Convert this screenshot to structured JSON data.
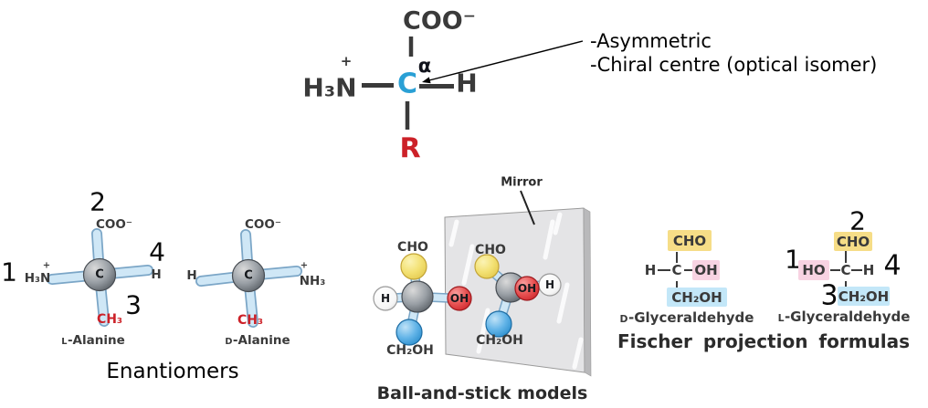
{
  "colors": {
    "ink": "#3a3a3a",
    "annotation_black": "#000000",
    "carbon_blue": "#2aa0d5",
    "r_red": "#cc2128",
    "bond_fill": "#cfe7f6",
    "bond_outline": "#7ba6c7",
    "highlight_yellow": "#f6dd87",
    "highlight_pink": "#f8d3e2",
    "highlight_blue": "#c3e7f8",
    "mirror_gray": "#e4e4e6",
    "sphere_gray": "#8a9096",
    "sphere_yellow": "#f0dc6e",
    "sphere_red": "#d8272e",
    "sphere_blue": "#3b9bd9",
    "sphere_white": "#ffffff"
  },
  "top_formula": {
    "carboxyl": "COO⁻",
    "amino": "H₃N",
    "amino_charge": "+",
    "alpha": "α",
    "carbon": "C",
    "hydrogen": "H",
    "r_group": "R"
  },
  "annotation": {
    "line1": "-Asymmetric",
    "line2": "-Chiral centre (optical isomer)"
  },
  "enantiomers": {
    "caption": "Enantiomers",
    "numbers": {
      "n1": "1",
      "n2": "2",
      "n3": "3",
      "n4": "4"
    },
    "l_alanine": {
      "center": "C",
      "top": "COO⁻",
      "left": "H₃N",
      "left_charge": "+",
      "right": "H",
      "bottom": "CH₃",
      "label_prefix": "L",
      "label_rest": "-Alanine"
    },
    "d_alanine": {
      "center": "C",
      "top": "COO⁻",
      "left": "H",
      "right": "NH₃",
      "right_charge": "+",
      "bottom": "CH₃",
      "label_prefix": "D",
      "label_rest": "-Alanine"
    }
  },
  "ball_and_stick": {
    "mirror_label": "Mirror",
    "caption": "Ball-and-stick models",
    "left_molecule": {
      "top": "CHO",
      "left_atom": "H",
      "right_atom": "OH",
      "bottom": "CH₂OH"
    },
    "right_molecule": {
      "top": "CHO",
      "center_atom": "OH",
      "right_atom": "H",
      "bottom": "CH₂OH"
    }
  },
  "fischer": {
    "caption": "Fischer projection formulas",
    "d_glyceraldehyde": {
      "top": "CHO",
      "left": "H",
      "center": "C",
      "right": "OH",
      "bottom": "CH₂OH",
      "label_prefix": "D",
      "label_rest": "-Glyceraldehyde"
    },
    "l_glyceraldehyde": {
      "top": "CHO",
      "left": "HO",
      "center": "C",
      "right": "H",
      "bottom": "CH₂OH",
      "label_prefix": "L",
      "label_rest": "-Glyceraldehyde",
      "numbers": {
        "n1": "1",
        "n2": "2",
        "n3": "3",
        "n4": "4"
      }
    }
  }
}
